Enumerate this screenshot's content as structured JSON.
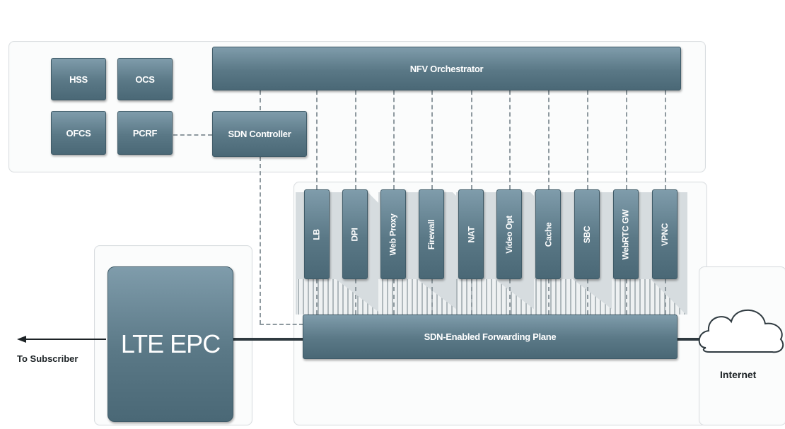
{
  "top_components": {
    "hss": "HSS",
    "ocs": "OCS",
    "ofcs": "OFCS",
    "pcrf": "PCRF",
    "sdn_controller": "SDN Controller",
    "nfv_orchestrator": "NFV Orchestrator"
  },
  "vnfs": [
    "LB",
    "DPI",
    "Web Proxy",
    "Firewall",
    "NAT",
    "Video Opt",
    "Cache",
    "SBC",
    "WebRTC GW",
    "VPNC"
  ],
  "forwarding_plane": "SDN-Enabled Forwarding Plane",
  "lte_epc": "LTE EPC",
  "to_subscriber": "To Subscriber",
  "internet": "Internet",
  "colors": {
    "box_fill": "#5a7886",
    "box_border": "#3f5b68",
    "dash": "#8e999f",
    "link": "#2f3a40"
  }
}
